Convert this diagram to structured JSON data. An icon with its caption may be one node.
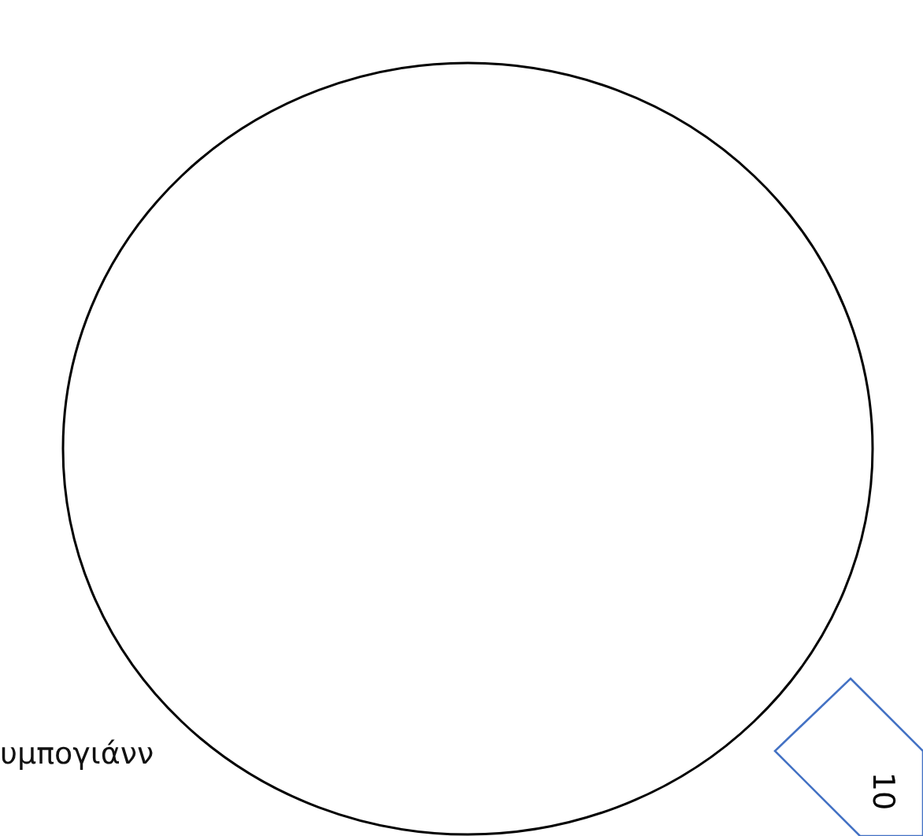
{
  "diagram": {
    "nodes": [
      {
        "text": [],
        "shape": "circle"
      },
      {
        "text": [
          "10"
        ]
      }
    ],
    "labels": [
      "υμπογιάνν"
    ]
  }
}
